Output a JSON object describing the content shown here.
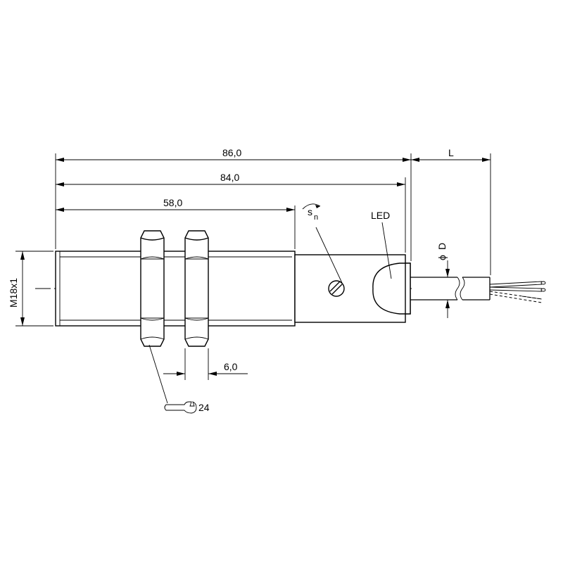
{
  "dimensions": {
    "overall_length": "86,0",
    "housing_length": "84,0",
    "thread_length": "58,0",
    "cable_length": "L",
    "nut_thickness": "6,0",
    "cable_diameter_symbol": "ϕ",
    "cable_diameter": "D"
  },
  "labels": {
    "thread": "M18x1",
    "led": "LED",
    "sn_s": "s",
    "sn_sub": "n",
    "wrench_size": "24"
  }
}
